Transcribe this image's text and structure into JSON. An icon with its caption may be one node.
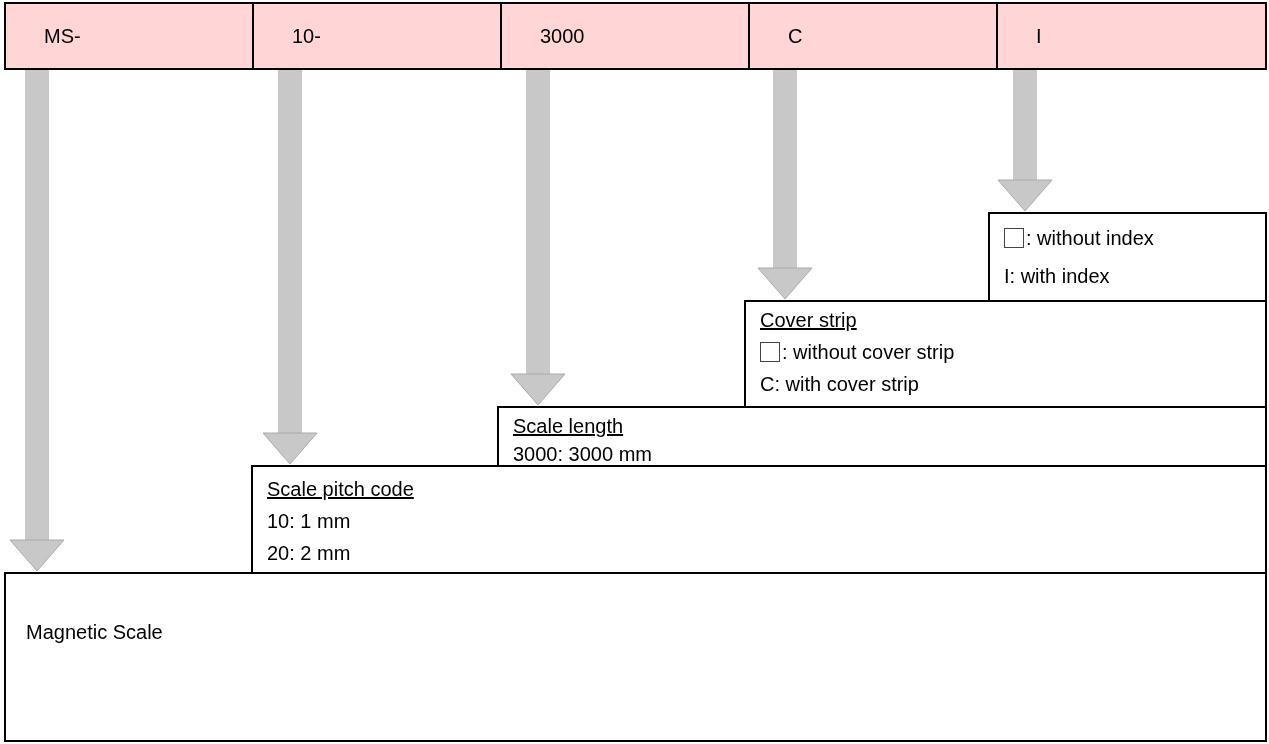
{
  "diagram": {
    "nodes": [
      {
        "text": [
          "MS-"
        ]
      },
      {
        "text": [
          "10-"
        ]
      },
      {
        "text": [
          "3000"
        ]
      },
      {
        "text": [
          "C"
        ]
      },
      {
        "text": [
          "I"
        ]
      },
      {
        "text": [
          "Magnetic Scale"
        ]
      },
      {
        "text": [
          "Scale pitch code",
          "10: 1 mm",
          "20: 2 mm"
        ]
      },
      {
        "text": [
          "Scale length",
          "3000: 3000 mm"
        ]
      },
      {
        "text": [
          "Cover strip",
          ": without cover strip",
          "C: with cover strip"
        ]
      },
      {
        "text": [
          ": without index",
          "I: with index"
        ]
      }
    ],
    "edges": [
      {
        "from": 0,
        "to": 5,
        "arrow": "to"
      },
      {
        "from": 1,
        "to": 6,
        "arrow": "to"
      },
      {
        "from": 2,
        "to": 7,
        "arrow": "to"
      },
      {
        "from": 3,
        "to": 8,
        "arrow": "to"
      },
      {
        "from": 4,
        "to": 9,
        "arrow": "to"
      }
    ]
  }
}
